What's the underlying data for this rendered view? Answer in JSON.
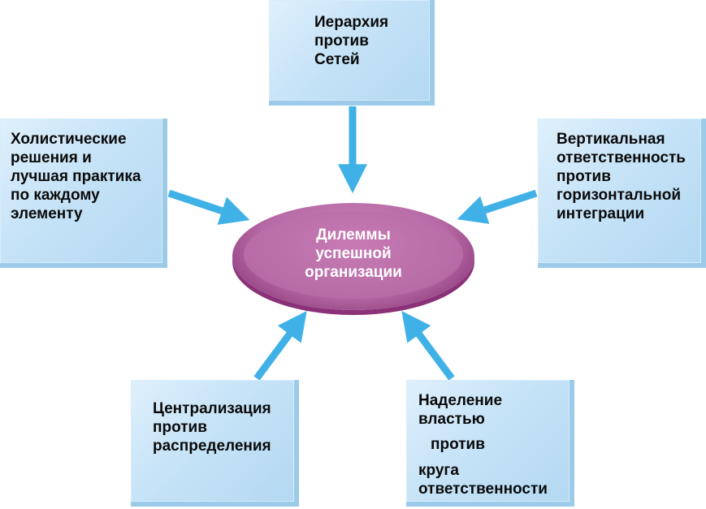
{
  "center": {
    "label": "Дилеммы\nуспешной\nорганизации"
  },
  "boxes": {
    "top": "Иерархия\nпротив\nСетей",
    "left": "Холистические\nрешения и\nлучшая практика\nпо каждому\nэлементу",
    "right": "Вертикальная\nответственность\nпротив\nгоризонтальной\nинтеграции",
    "bottom_left": "Централизация\nпротив\nраспределения",
    "bottom_right": {
      "line1": "Наделение\nвластью",
      "line2": "против",
      "line3": "круга\nответственности"
    }
  },
  "colors": {
    "arrow": "#3fb1e6",
    "box_fill": "#c6e3f7",
    "ellipse_fill": "#b66aa5"
  }
}
